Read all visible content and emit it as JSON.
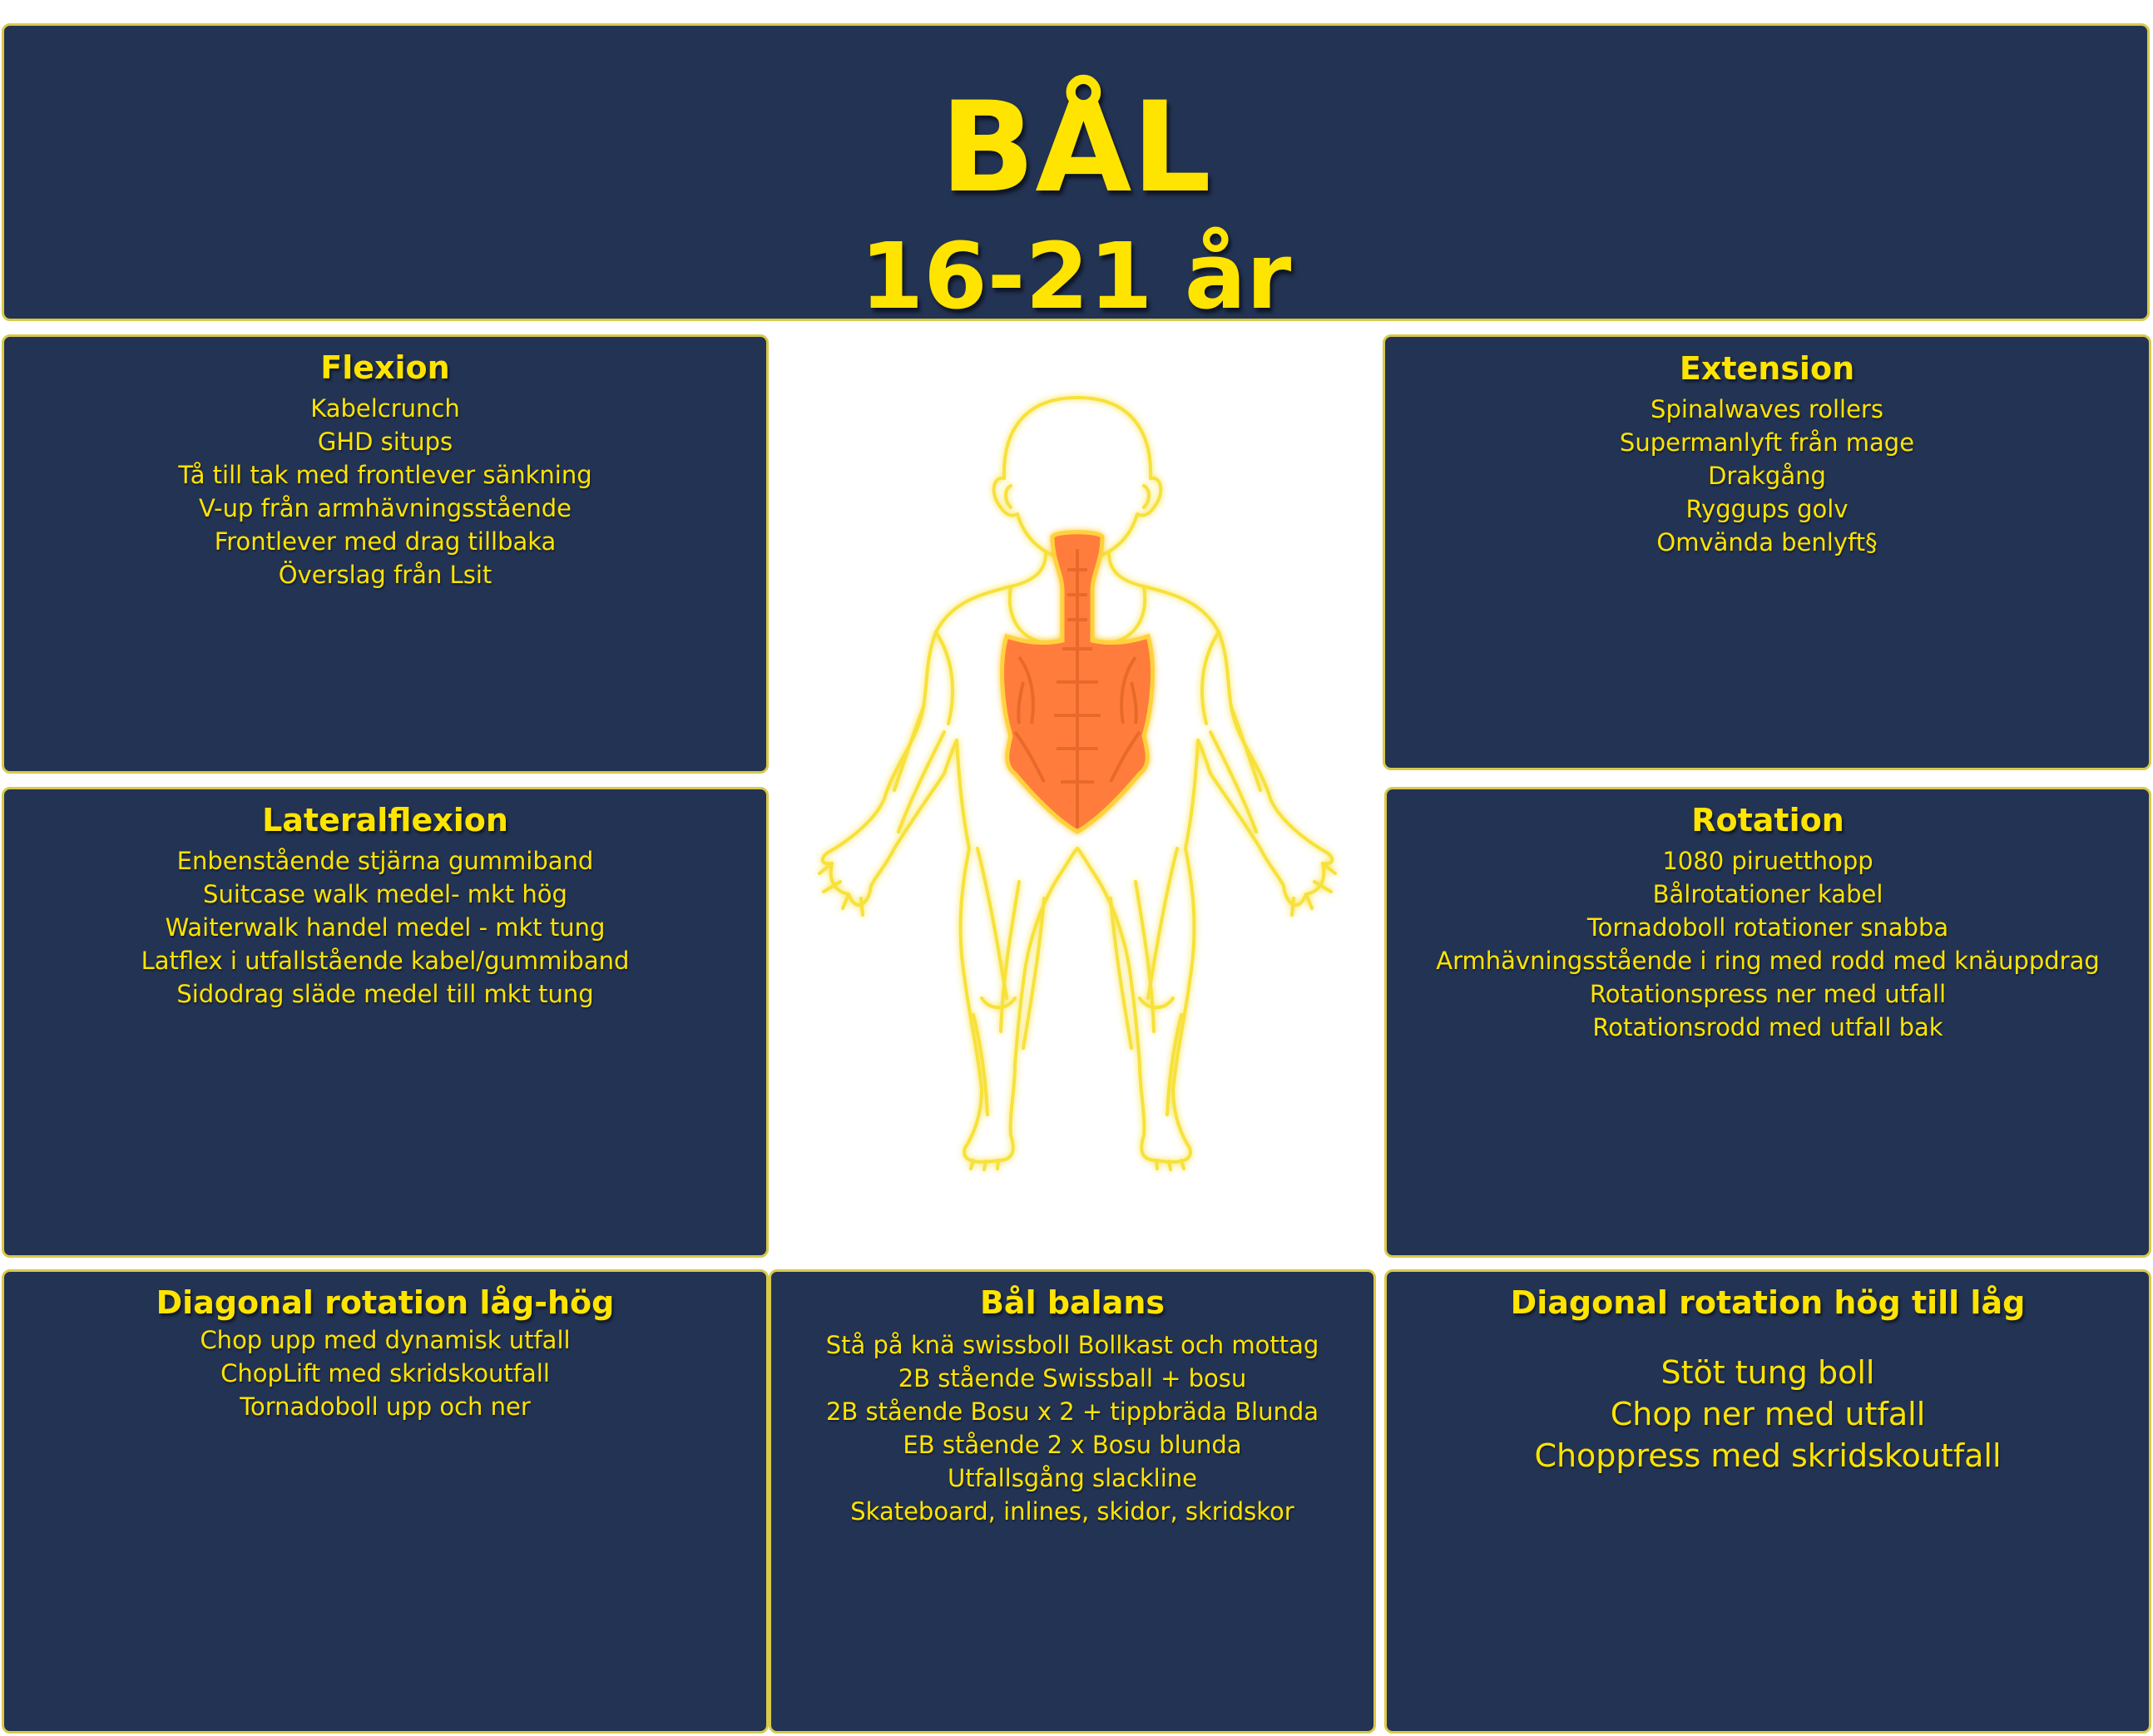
{
  "header": {
    "title": "BÅL",
    "subtitle": "16-21 år"
  },
  "flexion": {
    "title": "Flexion",
    "items": [
      "Kabelcrunch",
      "GHD situps",
      "Tå till tak med frontlever sänkning",
      "V-up från armhävningsstående",
      "Frontlever med drag tillbaka",
      "Överslag från Lsit"
    ]
  },
  "extension": {
    "title": "Extension",
    "items": [
      "Spinalwaves rollers",
      "Supermanlyft från mage",
      "Drakgång",
      "Ryggups golv",
      "Omvända benlyft§"
    ]
  },
  "lateralflexion": {
    "title": "Lateralflexion",
    "items": [
      "Enbenstående stjärna gummiband",
      "Suitcase walk medel- mkt hög",
      "Waiterwalk handel medel - mkt tung",
      "Latflex i utfallstående kabel/gummiband",
      "Sidodrag släde medel till mkt tung"
    ]
  },
  "rotation": {
    "title": "Rotation",
    "items": [
      "1080 piruetthopp",
      "Bålrotationer kabel",
      "Tornadoboll rotationer snabba",
      "Armhävningsstående i ring med rodd med knäuppdrag",
      "Rotationspress ner med utfall",
      "Rotationsrodd  med utfall bak"
    ]
  },
  "diag_low_high": {
    "title": "Diagonal rotation låg-hög",
    "items": [
      "Chop upp med dynamisk utfall",
      "ChopLift med skridskoutfall",
      "Tornadoboll upp och ner"
    ]
  },
  "balance": {
    "title": "Bål balans",
    "items": [
      "Stå på knä swissboll Bollkast och mottag",
      "2B stående Swissball + bosu",
      "2B stående Bosu x 2 + tippbräda Blunda",
      "EB stående 2 x Bosu blunda",
      "Utfallsgång slackline",
      "Skateboard, inlines, skidor, skridskor"
    ]
  },
  "diag_high_low": {
    "title": "Diagonal rotation hög till låg",
    "items": [
      "Stöt tung boll",
      "Chop ner med utfall",
      "Choppress med skridskoutfall"
    ]
  },
  "colors": {
    "panel": "#233353",
    "text": "#ffe400",
    "border": "#d8c94a",
    "body_outline": "#f7e13a",
    "highlight": "#ff7b3c"
  },
  "figure": {
    "icon": "human-body-muscle-icon"
  }
}
